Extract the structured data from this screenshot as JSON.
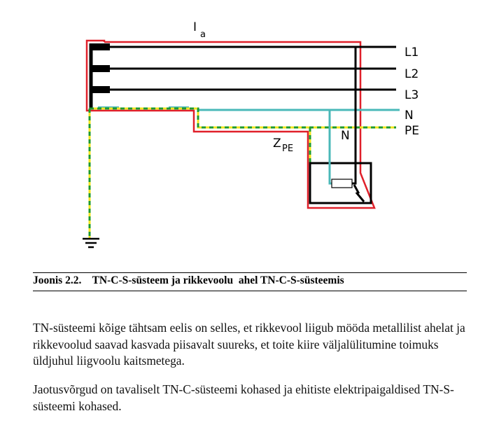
{
  "diagram": {
    "current_label": {
      "main": "I",
      "sub": "a"
    },
    "wire_labels": {
      "l1": "L1",
      "l2": "L2",
      "l3": "L3",
      "n": "N",
      "pe": "PE"
    },
    "branch_n_label": "N",
    "impedance_label": {
      "main": "Z",
      "sub": "PE"
    },
    "colors": {
      "phase": "#000000",
      "neutral": "#4ab8b8",
      "pe_yellow": "#f2e41e",
      "pe_green": "#1e9a2e",
      "fault_loop": "#e0202a"
    }
  },
  "caption": {
    "label": "Joonis 2.2.",
    "text": "TN-C-S-süsteem ja rikkevoolu  ahel TN-C-S-süsteemis"
  },
  "paragraphs": [
    "TN-süsteemi kõige tähtsam eelis on selles, et rikkevool liigub mööda metallilist ahelat ja rikkevoolud saavad kasvada piisavalt suureks, et toite kiire väljalülitumine toimuks üldjuhul liigvoolu kaitsmetega.",
    "Jaotusvõrgud on tavaliselt TN-C-süsteemi kohased ja ehitiste elektripaigaldised TN-S-süsteemi kohased."
  ]
}
